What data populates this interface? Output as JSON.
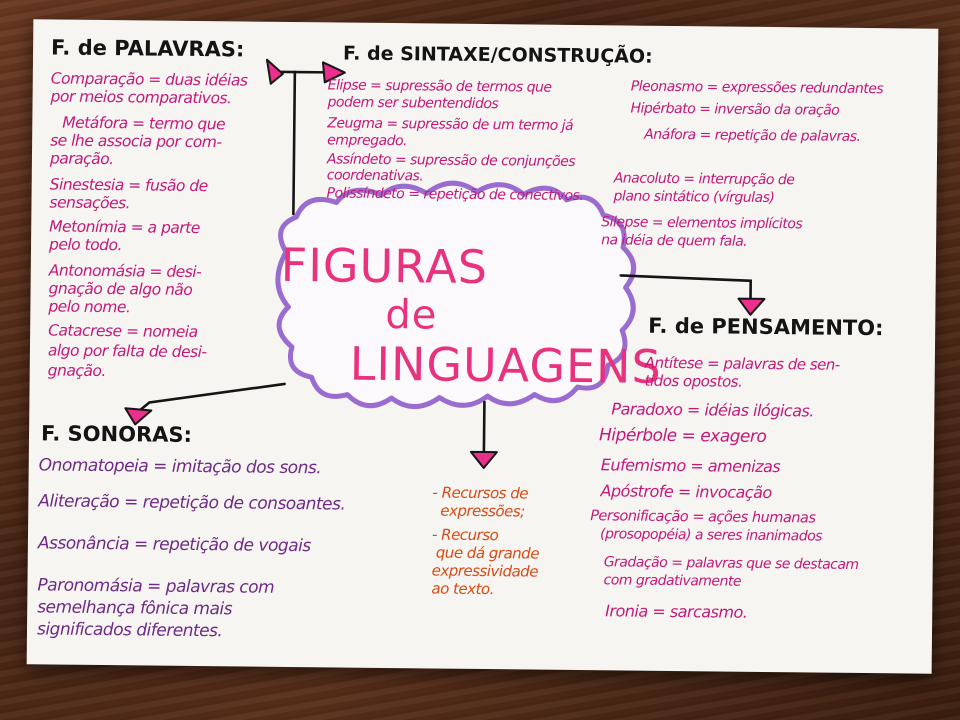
{
  "title": {
    "line1": "FIGURAS",
    "line2": "de",
    "line3": "LINGUAGENS"
  },
  "sections": {
    "palavras": {
      "header": "F. de PALAVRAS:",
      "lines": [
        "Comparação = duas idéias",
        "por meios comparativos.",
        "Metáfora = termo que",
        "se lhe associa por com-",
        "paração.",
        "Sinestesia = fusão de",
        "sensações.",
        "Metonímia = a parte",
        "pelo todo.",
        "Antonomásia = desi-",
        "gnação de algo não",
        "pelo nome.",
        "Catacrese = nomeia",
        "algo por falta de desi-",
        "gnação."
      ]
    },
    "sintaxe": {
      "header": "F. de SINTAXE/CONSTRUÇÃO:",
      "lines": [
        "Elipse = supressão de termos que",
        "podem ser subentendidos",
        "Zeugma = supressão de um termo já",
        "empregado.",
        "Assíndeto = supressão de conjunções",
        "coordenativas.",
        "Polissíndeto = repetição de conectivos."
      ],
      "right_lines": [
        "Pleonasmo = expressões redundantes",
        "Hipérbato = inversão da oração",
        "Anáfora = repetição de palavras.",
        "Anacoluto = interrupção de",
        "plano sintático (vírgulas)",
        "Silepse = elementos implícitos",
        "na idéia de quem fala."
      ]
    },
    "pensamento": {
      "header": "F. de PENSAMENTO:",
      "lines": [
        "Antítese = palavras de sen-",
        "tidos opostos.",
        "Paradoxo = idéias ilógicas.",
        "Hipérbole = exagero",
        "Eufemismo = amenizas",
        "Apóstrofe = invocação",
        "Personificação = ações humanas",
        "(prosopopéia) a seres inanimados",
        "Gradação = palavras que se destacam",
        "com gradativamente",
        "Ironia = sarcasmo."
      ]
    },
    "sonoras": {
      "header": "F. SONORAS:",
      "lines": [
        "Onomatopeia = imitação dos sons.",
        "Aliteração = repetição de consoantes.",
        "Assonância = repetição de vogais",
        "Paronomásia = palavras com",
        "semelhança fônica mais",
        "significados diferentes."
      ]
    },
    "recursos": {
      "lines": [
        "- Recursos de",
        "expressões;",
        "- Recurso",
        "que dá grande",
        "expressividade",
        "ao texto."
      ]
    }
  },
  "colors": {
    "magenta": "#c4187a",
    "purple": "#6f2a85",
    "orange": "#d94a14",
    "title_pink": "#e8327e",
    "cloud_outline": "#9a6cd0",
    "arrow_fill": "#ec2f8c"
  }
}
